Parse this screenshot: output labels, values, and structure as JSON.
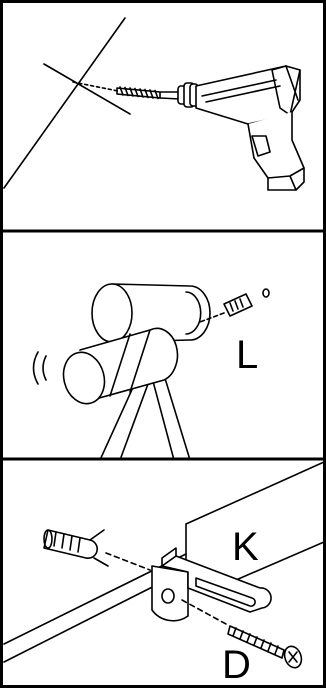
{
  "panels": [
    {
      "id": "drill-step"
    },
    {
      "id": "dowel-step",
      "label": "L"
    },
    {
      "id": "bracket-step",
      "label_bracket": "K",
      "label_screw": "D"
    }
  ]
}
